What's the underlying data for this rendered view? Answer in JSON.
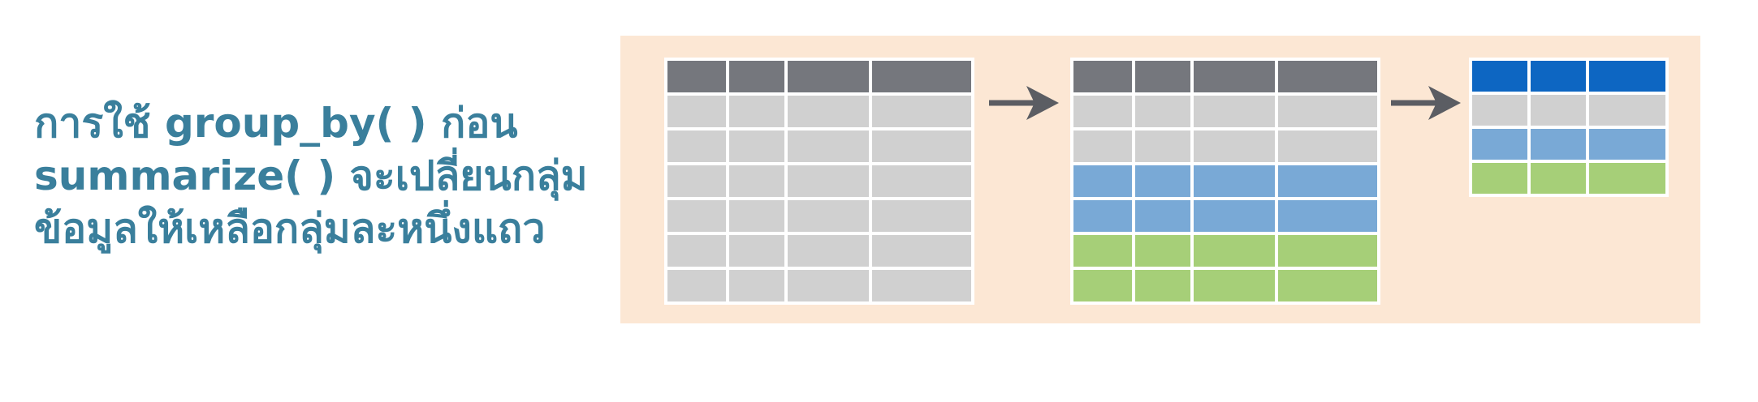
{
  "caption": {
    "lines": [
      "การใช้ group_by( ) ก่อน",
      "summarize( ) จะเปลี่ยนกลุ่ม",
      "ข้อมูลให้เหลือกลุ่มละหนึ่งแถว"
    ]
  },
  "colors": {
    "caption_text": "#3a7f9c",
    "panel_background": "#fce7d4",
    "header_gray": "#75777d",
    "cell_gray": "#d0d0d0",
    "group_blue": "#79a9d6",
    "group_green": "#a6cf78",
    "summary_header_blue": "#0d66c2",
    "arrow": "#5b5d63",
    "grid_line": "#ffffff"
  },
  "diagram": {
    "original_table": {
      "rows": [
        "header",
        "gray",
        "gray",
        "gray",
        "gray",
        "gray",
        "gray"
      ]
    },
    "grouped_table": {
      "rows": [
        "header",
        "gray",
        "gray",
        "blue",
        "blue",
        "green",
        "green"
      ]
    },
    "summary_table": {
      "rows": [
        "header_blue",
        "gray",
        "blue",
        "green"
      ]
    },
    "arrows": [
      "arrow-to-grouped",
      "arrow-to-summary"
    ]
  }
}
